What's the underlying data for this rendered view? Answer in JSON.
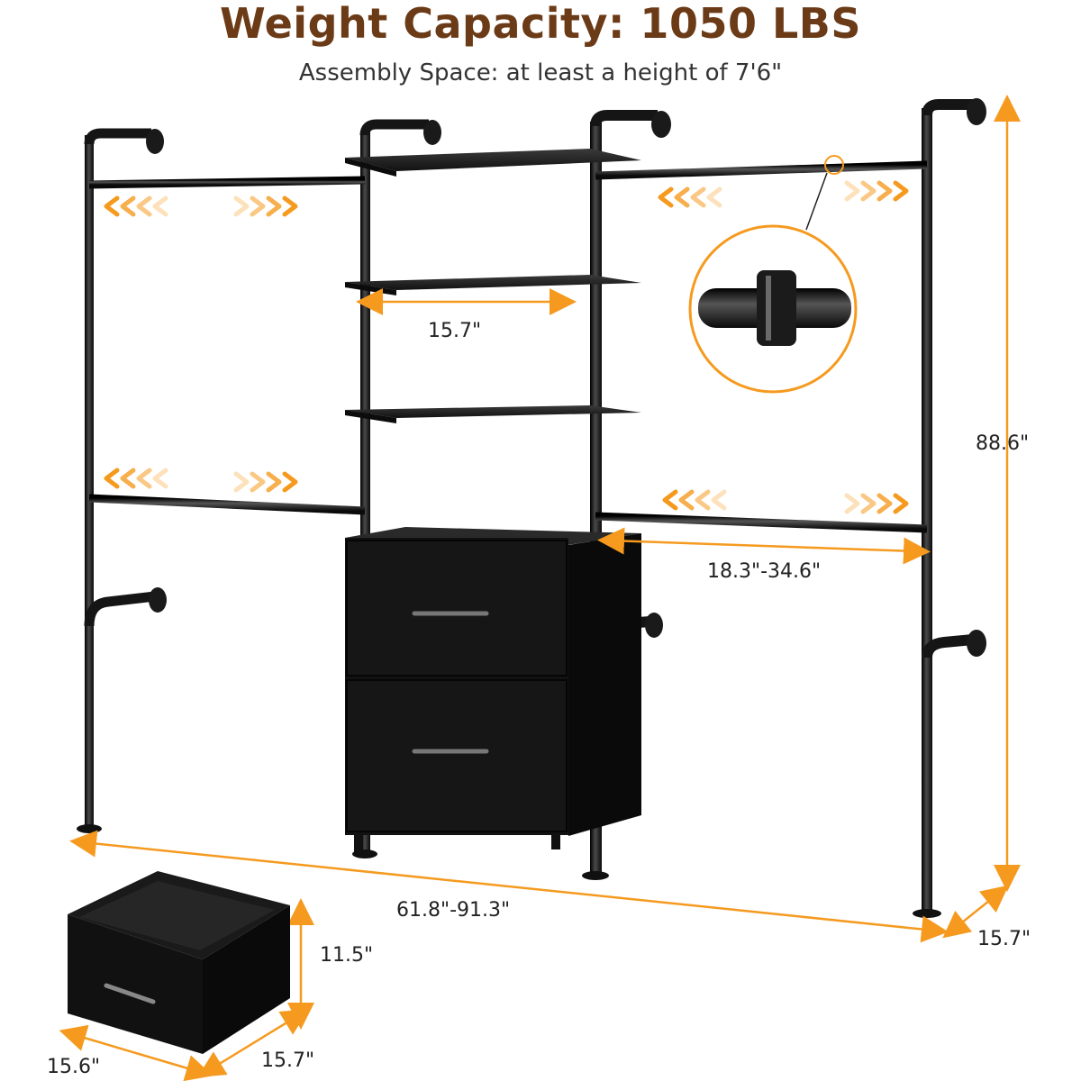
{
  "header": {
    "title": "Weight Capacity: 1050 LBS",
    "subtitle": "Assembly Space: at least a height of 7'6\""
  },
  "dimensions": {
    "shelf_width": "15.7\"",
    "rod_length": "18.3\"-34.6\"",
    "total_height": "88.6\"",
    "total_width": "61.8\"-91.3\"",
    "depth": "15.7\"",
    "drawer_height": "11.5\"",
    "drawer_width": "15.6\"",
    "drawer_depth": "15.7\""
  },
  "colors": {
    "title": "#6b3a16",
    "accent": "#f59a1f",
    "frame": "#1c1c1c",
    "wood": "#141414"
  }
}
